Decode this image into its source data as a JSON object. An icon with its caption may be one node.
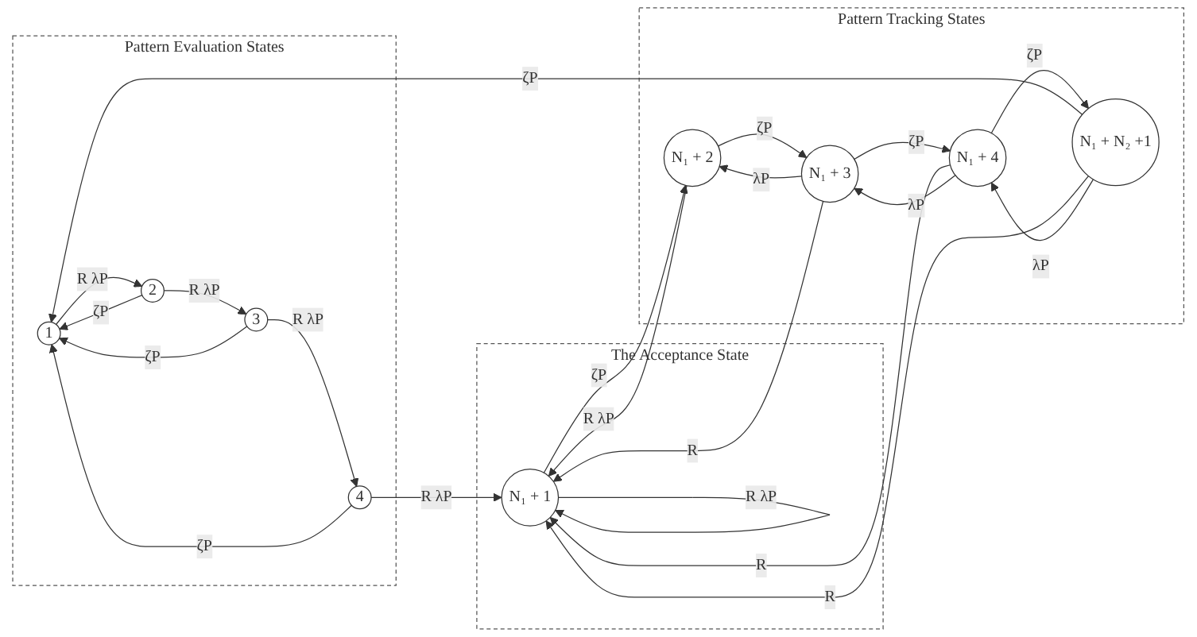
{
  "diagram": {
    "nodes": [
      {
        "text": [
          "Pattern Evaluation States"
        ]
      },
      {
        "text": [
          "1"
        ],
        "in": 0
      },
      {
        "text": [
          "2"
        ],
        "in": 0
      },
      {
        "text": [
          "3"
        ],
        "in": 0
      },
      {
        "text": [
          "4"
        ],
        "in": 0
      },
      {
        "text": [
          "The Acceptance State"
        ]
      },
      {
        "text": [
          "N₁ + 1"
        ],
        "in": 5
      },
      {
        "text": [
          "Pattern Tracking States"
        ]
      },
      {
        "text": [
          "N₁ + N₂ +1"
        ],
        "in": 7
      },
      {
        "text": [
          "N₁ + 4"
        ],
        "in": 7
      },
      {
        "text": [
          "N₁ + 3"
        ],
        "in": 7
      },
      {
        "text": [
          "N₁ + 2"
        ],
        "in": 7
      }
    ],
    "edges": [
      {
        "from": 1,
        "to": 2,
        "arrow": "to",
        "label": "R λP"
      },
      {
        "from": 2,
        "to": 3,
        "arrow": "to",
        "label": "R λP"
      },
      {
        "from": 3,
        "to": 4,
        "arrow": "to",
        "label": "R λP"
      },
      {
        "from": 2,
        "to": 1,
        "arrow": "to",
        "label": "ζP"
      },
      {
        "from": 3,
        "to": 1,
        "arrow": "to",
        "label": "ζP"
      },
      {
        "from": 4,
        "to": 1,
        "arrow": "to",
        "label": "ζP"
      },
      {
        "from": 4,
        "to": 6,
        "arrow": "to",
        "label": "R λP"
      },
      {
        "from": 6,
        "to": 6,
        "arrow": "to",
        "label": "R λP"
      },
      {
        "from": 6,
        "to": 11,
        "arrow": "to",
        "label": "ζP"
      },
      {
        "from": 11,
        "to": 10,
        "arrow": "to",
        "label": "ζP"
      },
      {
        "from": 10,
        "to": 9,
        "arrow": "to",
        "label": "ζP"
      },
      {
        "from": 9,
        "to": 8,
        "arrow": "to",
        "label": "ζP"
      },
      {
        "from": 8,
        "to": 1,
        "arrow": "to",
        "label": "ζP"
      },
      {
        "from": 8,
        "to": 6,
        "arrow": "to",
        "label": "R"
      },
      {
        "from": 9,
        "to": 6,
        "arrow": "to",
        "label": "R"
      },
      {
        "from": 10,
        "to": 6,
        "arrow": "to",
        "label": "R"
      },
      {
        "from": 11,
        "to": 6,
        "arrow": "to",
        "label": "R λP"
      },
      {
        "from": 8,
        "to": 9,
        "arrow": "to",
        "label": "λP"
      },
      {
        "from": 9,
        "to": 10,
        "arrow": "to",
        "label": "λP"
      },
      {
        "from": 10,
        "to": 11,
        "arrow": "to",
        "label": "λP"
      }
    ]
  }
}
